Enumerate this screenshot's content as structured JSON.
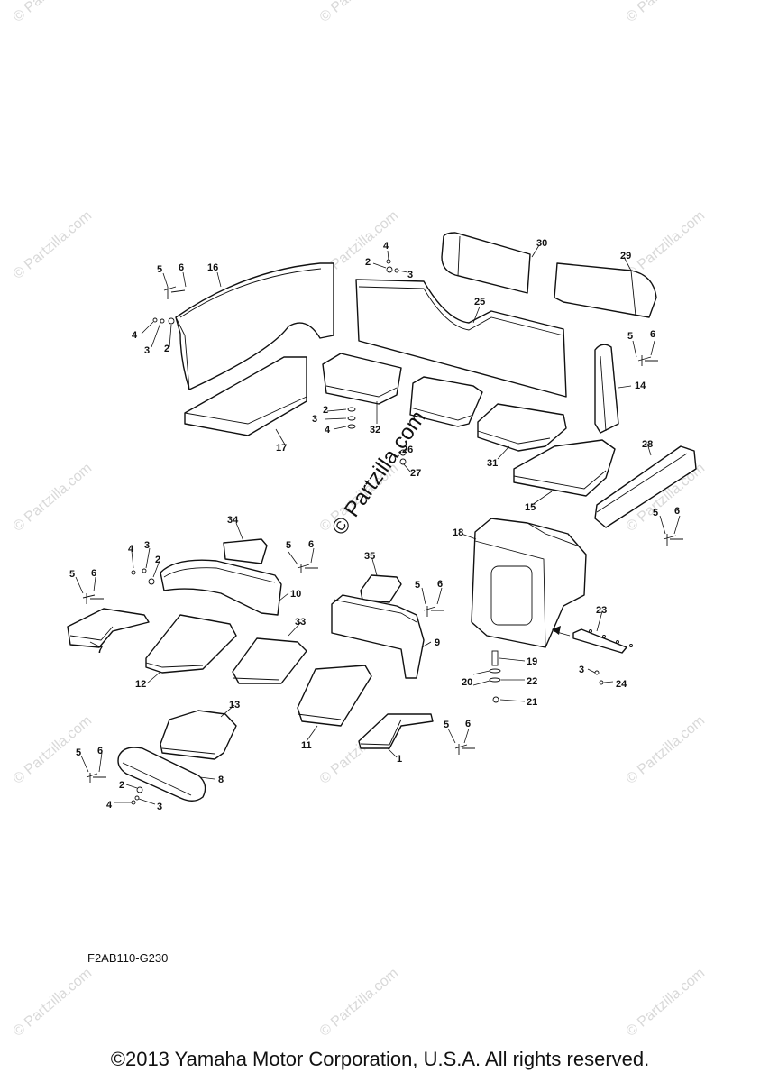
{
  "diagram": {
    "code": "F2AB110-G230",
    "copyright": "©2013 Yamaha Motor Corporation, U.S.A. All rights reserved.",
    "center_watermark": "© Partzilla.com",
    "watermark_text": "© Partzilla.com",
    "part_labels": [
      "1",
      "2",
      "3",
      "4",
      "5",
      "6",
      "7",
      "8",
      "9",
      "10",
      "11",
      "12",
      "13",
      "14",
      "15",
      "16",
      "17",
      "18",
      "19",
      "20",
      "21",
      "22",
      "23",
      "24",
      "25",
      "26",
      "27",
      "28",
      "29",
      "30",
      "31",
      "32",
      "33",
      "34",
      "35"
    ]
  }
}
